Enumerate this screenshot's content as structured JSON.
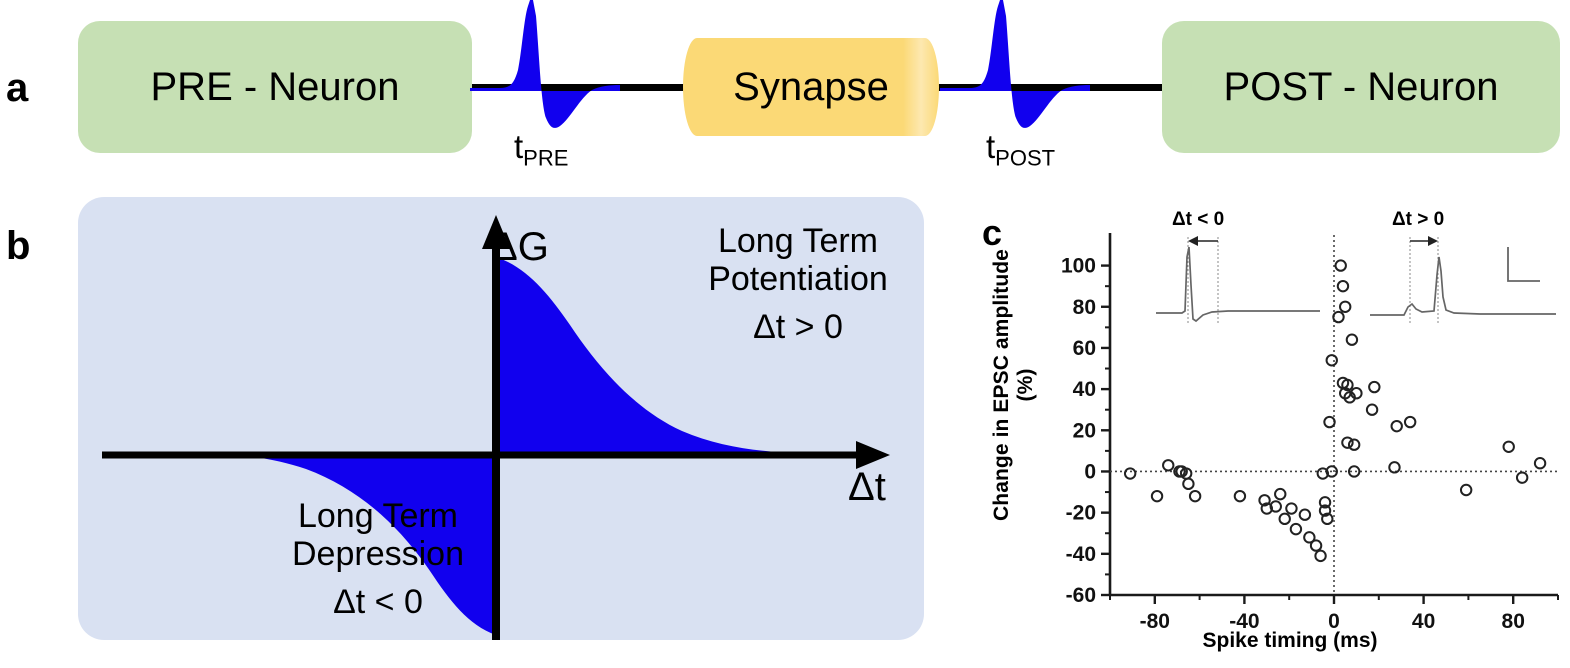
{
  "figure": {
    "panels": [
      {
        "letter": "a"
      },
      {
        "letter": "b"
      },
      {
        "letter": "c"
      }
    ]
  },
  "panel_a": {
    "letter": "a",
    "pre_neuron_label": "PRE - Neuron",
    "synapse_label": "Synapse",
    "post_neuron_label": "POST - Neuron",
    "t_pre": {
      "base": "t",
      "sub": "PRE"
    },
    "t_post": {
      "base": "t",
      "sub": "POST"
    },
    "colors": {
      "neuron_fill": "#c6e0b4",
      "synapse_fill": "#fbd976",
      "spike_fill": "#1100ee",
      "axon": "#000000"
    }
  },
  "panel_b": {
    "letter": "b",
    "background": "#d9e1f2",
    "curve_fill": "#1100ee",
    "y_axis_label": "ΔG",
    "x_axis_label": "Δt",
    "ltp_line1": "Long Term",
    "ltp_line2": "Potentiation",
    "ltp_condition": "Δt > 0",
    "ltd_line1": "Long Term",
    "ltd_line2": "Depression",
    "ltd_condition": "Δt < 0"
  },
  "panel_c": {
    "letter": "c",
    "inset_neg_label": "Δt < 0",
    "inset_pos_label": "Δt > 0"
  },
  "chart_data": {
    "type": "scatter",
    "title": "",
    "xlabel": "Spike timing (ms)",
    "ylabel": "Change in EPSC amplitude (%)",
    "xlim": [
      -100,
      100
    ],
    "ylim": [
      -60,
      110
    ],
    "xticks": [
      -80,
      -40,
      0,
      40,
      80
    ],
    "xticklabels": [
      "-80",
      "-40",
      "0",
      "40",
      "80"
    ],
    "yticks": [
      -60,
      -40,
      -20,
      0,
      20,
      40,
      60,
      80,
      100
    ],
    "yticklabels": [
      "-60",
      "-40",
      "-20",
      "0",
      "20",
      "40",
      "60",
      "80",
      "100"
    ],
    "grid": false,
    "reference_lines": {
      "horizontal_y": 0,
      "vertical_x": 0,
      "style": "dotted"
    },
    "marker": "open-circle",
    "legend": "none",
    "annotations": [
      "Δt < 0",
      "Δt > 0"
    ],
    "points": [
      [
        -91,
        -1
      ],
      [
        -79,
        -12
      ],
      [
        -74,
        3
      ],
      [
        -69,
        0
      ],
      [
        -68,
        0
      ],
      [
        -66,
        -1
      ],
      [
        -65,
        -6
      ],
      [
        -62,
        -12
      ],
      [
        -42,
        -12
      ],
      [
        -31,
        -14
      ],
      [
        -30,
        -18
      ],
      [
        -26,
        -17
      ],
      [
        -24,
        -11
      ],
      [
        -22,
        -23
      ],
      [
        -19,
        -18
      ],
      [
        -17,
        -28
      ],
      [
        -13,
        -21
      ],
      [
        -11,
        -32
      ],
      [
        -8,
        -36
      ],
      [
        -6,
        -41
      ],
      [
        -5,
        -1
      ],
      [
        -4,
        -15
      ],
      [
        -4,
        -19
      ],
      [
        -3,
        -23
      ],
      [
        -2,
        24
      ],
      [
        -1,
        54
      ],
      [
        -1,
        0
      ],
      [
        2,
        75
      ],
      [
        3,
        100
      ],
      [
        4,
        90
      ],
      [
        4,
        43
      ],
      [
        5,
        80
      ],
      [
        5,
        38
      ],
      [
        6,
        42
      ],
      [
        6,
        14
      ],
      [
        7,
        36
      ],
      [
        8,
        64
      ],
      [
        9,
        13
      ],
      [
        9,
        0
      ],
      [
        10,
        38
      ],
      [
        17,
        30
      ],
      [
        18,
        41
      ],
      [
        27,
        2
      ],
      [
        28,
        22
      ],
      [
        34,
        24
      ],
      [
        59,
        -9
      ],
      [
        78,
        12
      ],
      [
        84,
        -3
      ],
      [
        92,
        4
      ]
    ],
    "insets": [
      {
        "label": "Δt < 0",
        "description": "post-before-pre trace: spike then EPSC"
      },
      {
        "label": "Δt > 0",
        "description": "pre-before-post trace: EPSC then spike"
      }
    ]
  }
}
